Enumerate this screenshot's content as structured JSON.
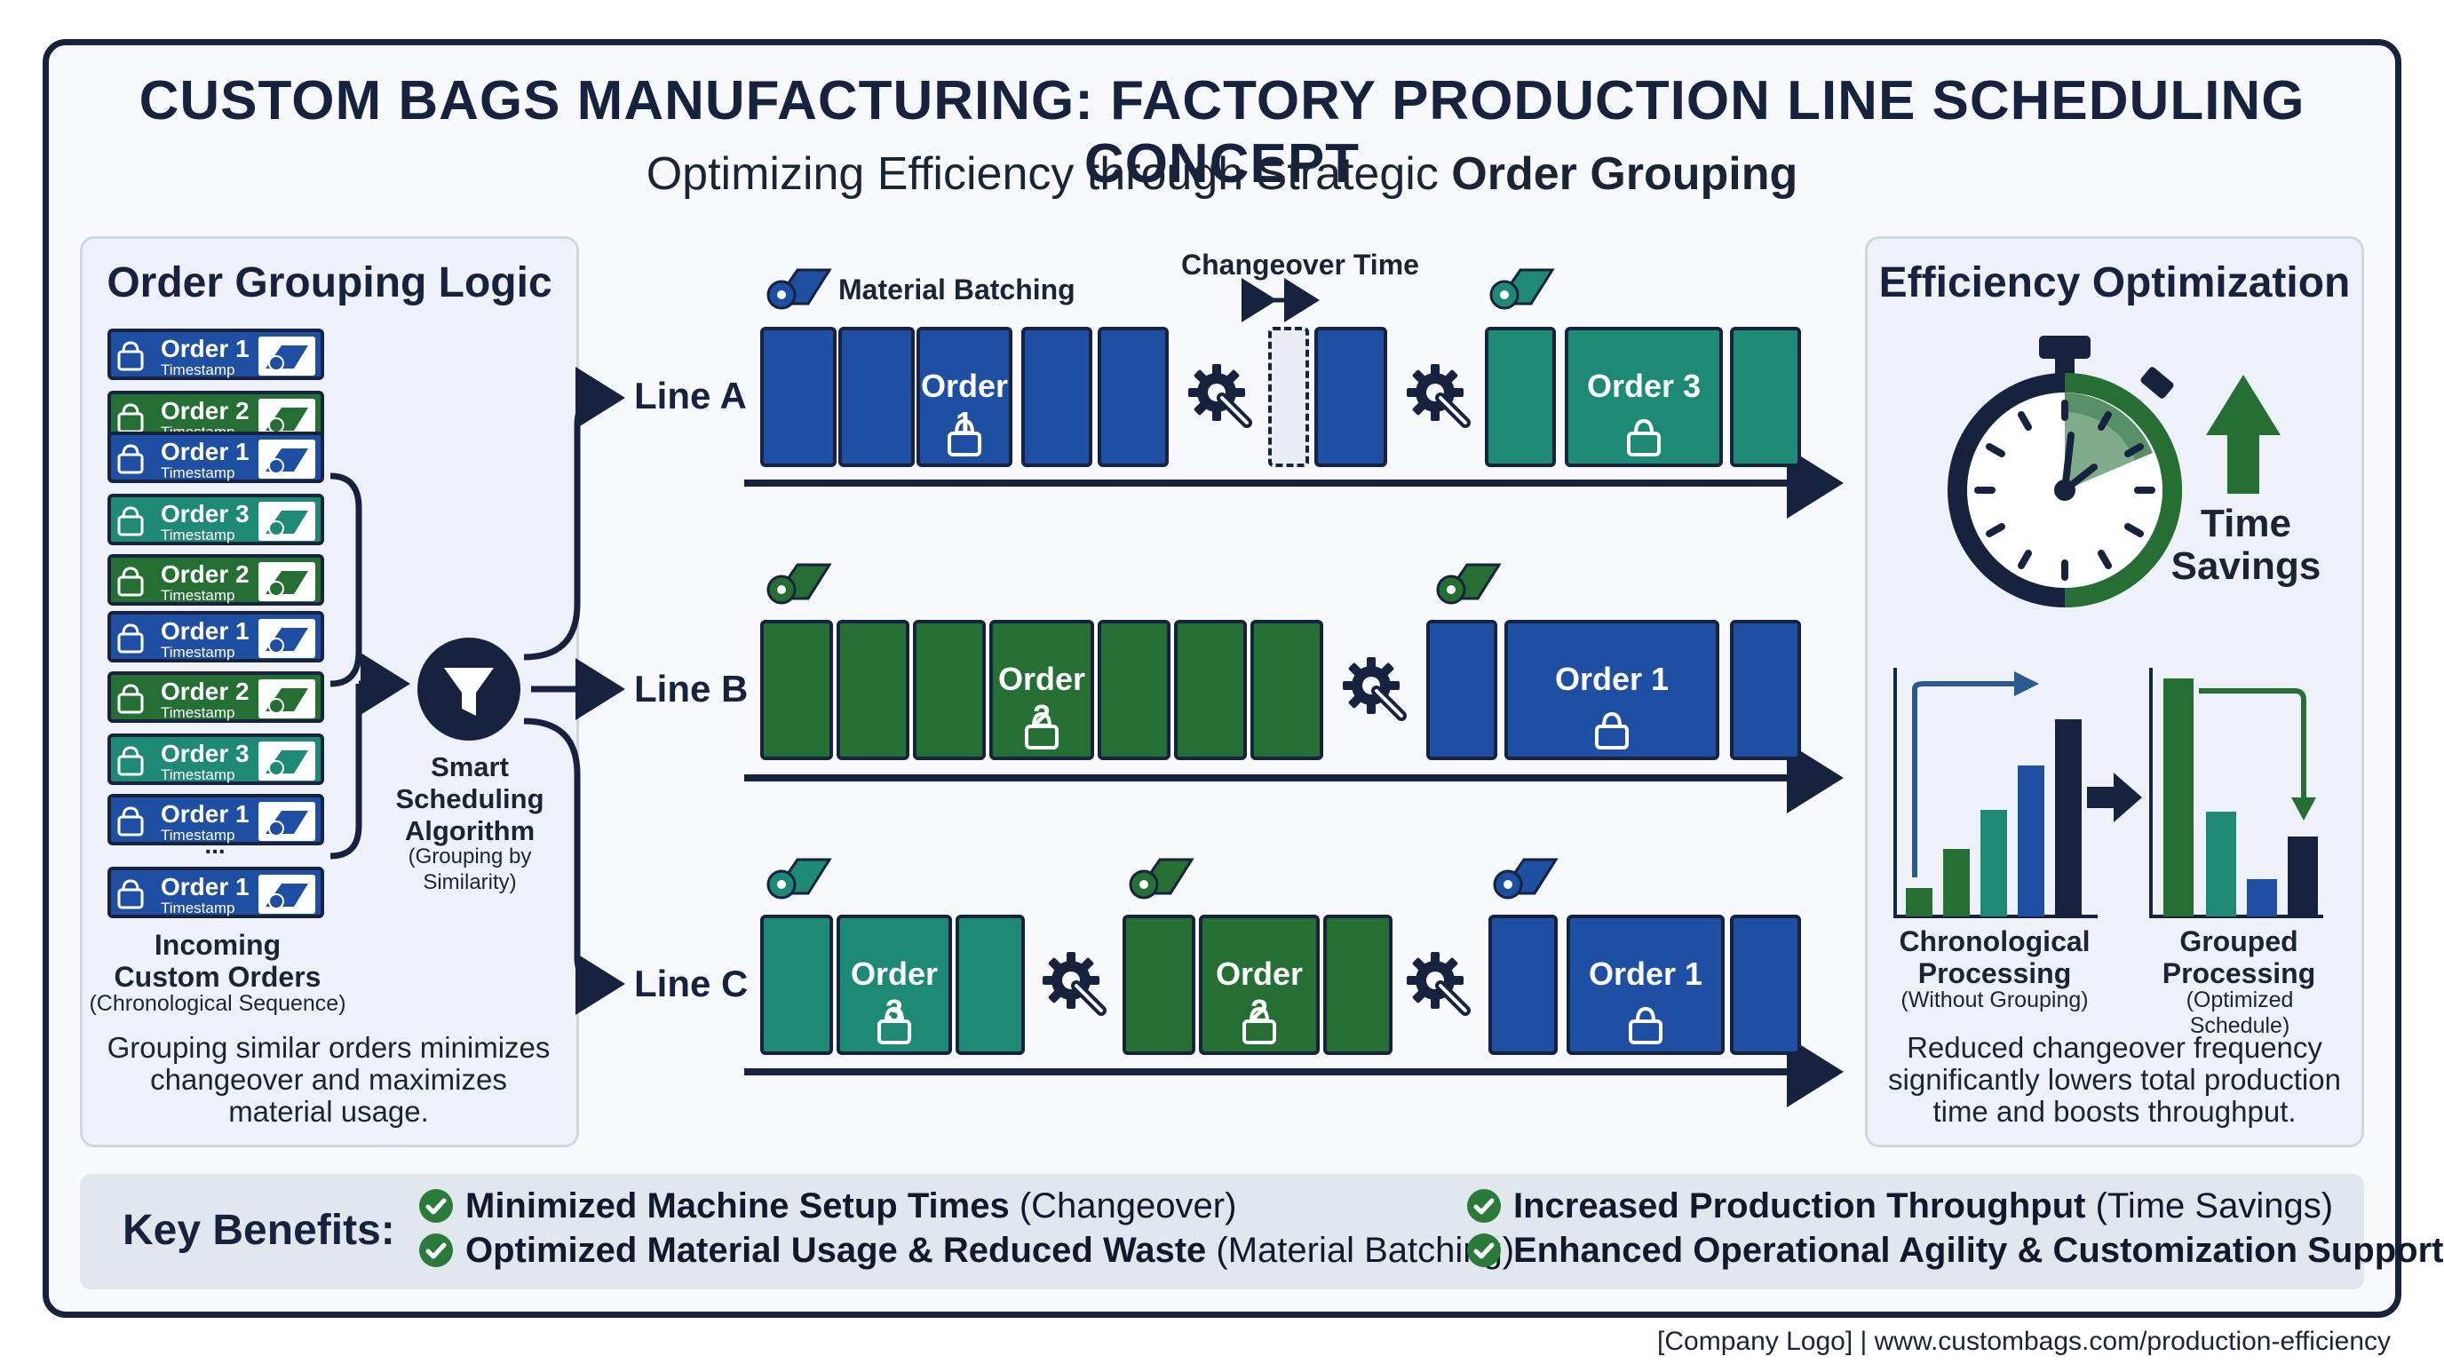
{
  "header": {
    "title": "CUSTOM BAGS MANUFACTURING: FACTORY PRODUCTION LINE SCHEDULING CONCEPT",
    "subtitle_plain": "Optimizing Efficiency through Strategic ",
    "subtitle_bold": "Order Grouping"
  },
  "left_panel": {
    "title": "Order Grouping Logic",
    "orders": [
      {
        "name": "Order 1",
        "sub": "Timestamp",
        "color": "blue"
      },
      {
        "name": "Order 2",
        "sub": "Timestamp",
        "color": "green"
      },
      {
        "name": "Order 1",
        "sub": "Timestamp",
        "color": "blue"
      },
      {
        "name": "Order 3",
        "sub": "Timestamp",
        "color": "teal"
      },
      {
        "name": "Order 2",
        "sub": "Timestamp",
        "color": "green"
      },
      {
        "name": "Order 1",
        "sub": "Timestamp",
        "color": "blue"
      },
      {
        "name": "Order 2",
        "sub": "Timestamp",
        "color": "green"
      },
      {
        "name": "Order 3",
        "sub": "Timestamp",
        "color": "teal"
      },
      {
        "name": "Order 1",
        "sub": "Timestamp",
        "color": "blue"
      },
      {
        "name": "Order 1",
        "sub": "Timestamp",
        "color": "blue"
      }
    ],
    "ellipsis": "...",
    "incoming_title": "Incoming Custom Orders",
    "incoming_sub": "(Chronological Sequence)",
    "note": "Grouping similar orders minimizes changeover and maximizes material usage."
  },
  "algorithm": {
    "title": "Smart Scheduling Algorithm",
    "sub": "(Grouping by Similarity)"
  },
  "lines": {
    "material_batching": "Material Batching",
    "changeover_time": "Changeover Time",
    "line_a": "Line A",
    "line_b": "Line B",
    "line_c": "Line C",
    "a_order1": "Order 1",
    "a_order3": "Order 3",
    "b_order2": "Order 2",
    "b_order1": "Order 1",
    "c_order3": "Order 3",
    "c_order2": "Order 2",
    "c_order1": "Order 1"
  },
  "right_panel": {
    "title": "Efficiency Optimization",
    "time_savings": "Time Savings",
    "chrono_title": "Chronological Processing",
    "chrono_sub": "(Without Grouping)",
    "grouped_title": "Grouped Processing",
    "grouped_sub": "(Optimized Schedule)",
    "note": "Reduced changeover frequency significantly lowers total production time and boosts throughput."
  },
  "benefits": {
    "label": "Key Benefits:",
    "b1_bold": "Minimized Machine Setup Times",
    "b1_rest": " (Changeover)",
    "b2_bold": "Optimized Material Usage & Reduced Waste",
    "b2_rest": " (Material Batching)",
    "b3_bold": "Increased Production Throughput",
    "b3_rest": " (Time Savings)",
    "b4_bold": "Enhanced Operational Agility & Customization Support"
  },
  "footer": "[Company Logo] | www.custombags.com/production-efficiency",
  "colors": {
    "navy": "#17233e",
    "blue": "#1f4fa3",
    "green": "#256f34",
    "teal": "#1e8a76"
  }
}
